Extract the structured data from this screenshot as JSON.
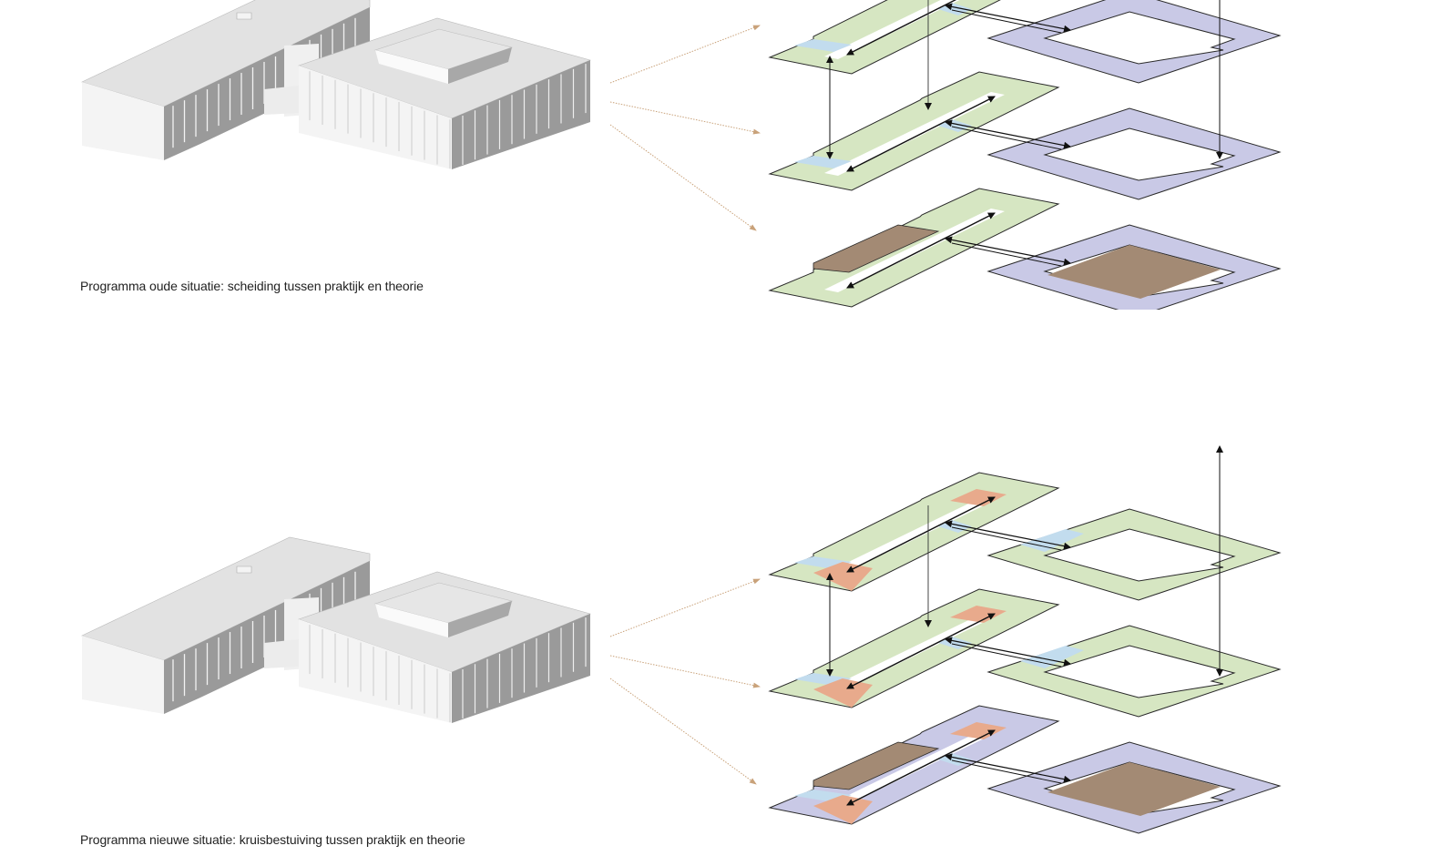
{
  "sections": [
    {
      "id": "old",
      "caption": "Programma oude situatie: scheiding tussen praktijk en theorie",
      "levels": [
        {
          "level": "top",
          "left_wing_fill": "green",
          "right_ring_fill": "lavender",
          "accents": [
            "blue"
          ]
        },
        {
          "level": "middle",
          "left_wing_fill": "green",
          "right_ring_fill": "lavender",
          "accents": [
            "blue"
          ]
        },
        {
          "level": "bottom",
          "left_wing_fill": "green",
          "right_ring_fill": "lavender",
          "accents": [
            "brown-hall",
            "brown-court"
          ]
        }
      ]
    },
    {
      "id": "new",
      "caption": "Programma nieuwe situatie: kruisbestuiving tussen praktijk en theorie",
      "levels": [
        {
          "level": "top",
          "left_wing_fill": "green",
          "right_ring_fill": "green",
          "accents": [
            "blue",
            "salmon"
          ]
        },
        {
          "level": "middle",
          "left_wing_fill": "green",
          "right_ring_fill": "green",
          "accents": [
            "blue",
            "salmon"
          ]
        },
        {
          "level": "bottom",
          "left_wing_fill": "lavender",
          "right_ring_fill": "lavender",
          "accents": [
            "blue",
            "salmon",
            "brown-hall",
            "brown-court"
          ]
        }
      ]
    }
  ],
  "colors": {
    "green": "#d6e6c2",
    "lavender": "#c9c9e6",
    "blue": "#c2dcee",
    "salmon": "#e8aa8c",
    "brown": "#a38a74",
    "outline": "#2a2a2a",
    "dotted_arrow": "#c9a27a",
    "building_top": "#e2e2e2",
    "building_light": "#f4f4f4",
    "building_dark": "#9a9a9a"
  }
}
